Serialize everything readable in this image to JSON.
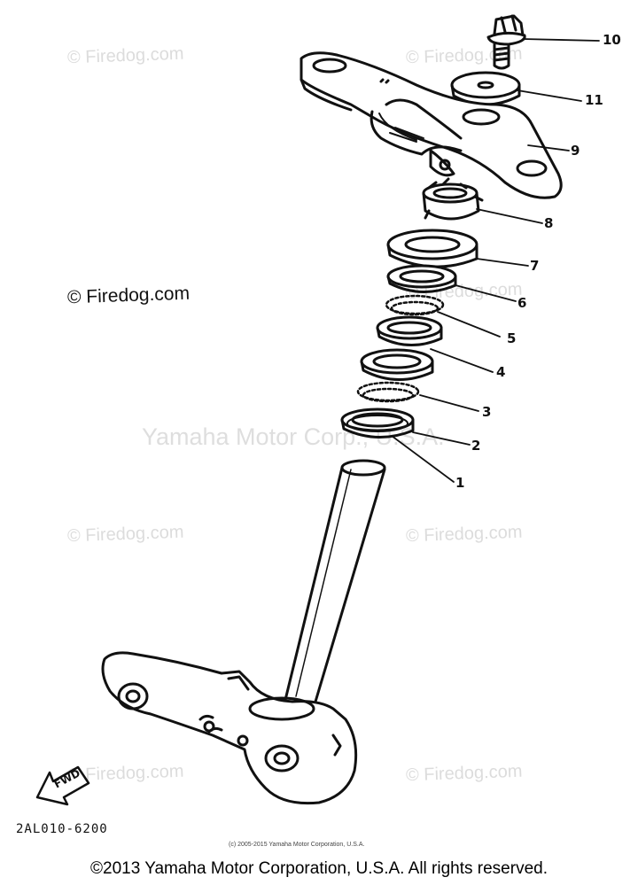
{
  "watermarks": {
    "firedog": "© Firedog.com",
    "center": "Yamaha Motor Corp., U.S.A."
  },
  "callouts": [
    "1",
    "2",
    "3",
    "4",
    "5",
    "6",
    "7",
    "8",
    "9",
    "10",
    "11"
  ],
  "fwd_label": "FWD",
  "part_code": "2AL010-6200",
  "small_credit": "(c) 2005-2015 Yamaha Motor Corporation, U.S.A.",
  "copyright": "©2013 Yamaha Motor Corporation, U.S.A. All rights reserved."
}
